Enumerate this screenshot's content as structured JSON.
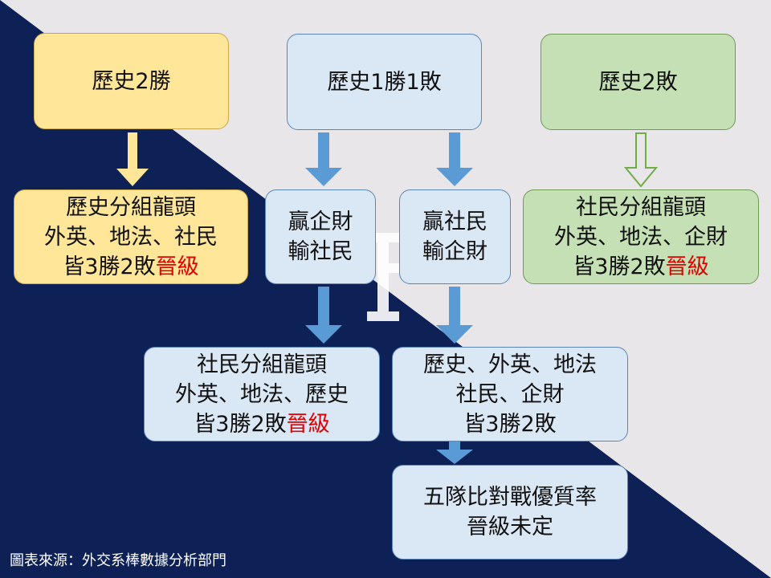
{
  "boxes": {
    "wins2": "歷史2勝",
    "split": "歷史1勝1敗",
    "losses2": "歷史2敗",
    "left_result": {
      "line1": "歷史分組龍頭",
      "line2": "外英、地法、社民",
      "line3_main": "皆3勝2敗",
      "line3_mark": "晉級"
    },
    "case_a": {
      "line1": "贏企財",
      "line2": "輸社民"
    },
    "case_b": {
      "line1": "贏社民",
      "line2": "輸企財"
    },
    "right_result": {
      "line1": "社民分組龍頭",
      "line2": "外英、地法、企財",
      "line3_main": "皆3勝2敗",
      "line3_mark": "晉級"
    },
    "mid_left": {
      "line1": "社民分組龍頭",
      "line2": "外英、地法、歷史",
      "line3_main": "皆3勝2敗",
      "line3_mark": "晉級"
    },
    "mid_right": {
      "line1": "歷史、外英、地法",
      "line2": "社民、企財",
      "line3": "皆3勝2敗"
    },
    "final": {
      "line1": "五隊比對戰優質率",
      "line2": "晉級未定"
    }
  },
  "source": "圖表來源：外交系棒數據分析部門",
  "colors": {
    "navy": "#0E2157",
    "gray": "#E8E6E8",
    "yellow": "#FFE699",
    "blue": "#DAE7F4",
    "green": "#C5E0B4",
    "arrow_blue": "#5B9BD5",
    "accent_red": "#E00000"
  },
  "icons": [
    "arrow-down-icon",
    "watermark-logo"
  ]
}
